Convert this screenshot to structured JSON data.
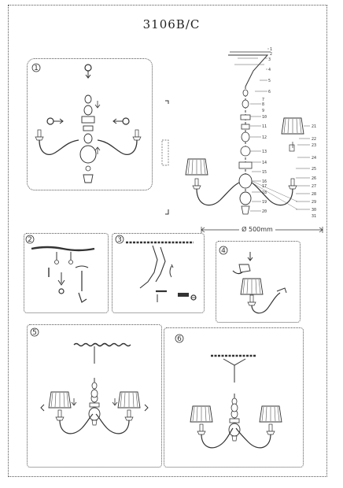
{
  "title": "3106B/C",
  "steps": [
    "1",
    "2",
    "3",
    "4",
    "5",
    "6"
  ],
  "part_numbers": [
    "1",
    "2",
    "3",
    "4",
    "5",
    "6",
    "7",
    "8",
    "9",
    "10",
    "11",
    "12",
    "13",
    "14",
    "15",
    "16",
    "17",
    "18",
    "19",
    "20",
    "21",
    "22",
    "23",
    "24",
    "25",
    "26",
    "27",
    "28",
    "29",
    "30",
    "31"
  ],
  "dimension": "Ø 500mm"
}
